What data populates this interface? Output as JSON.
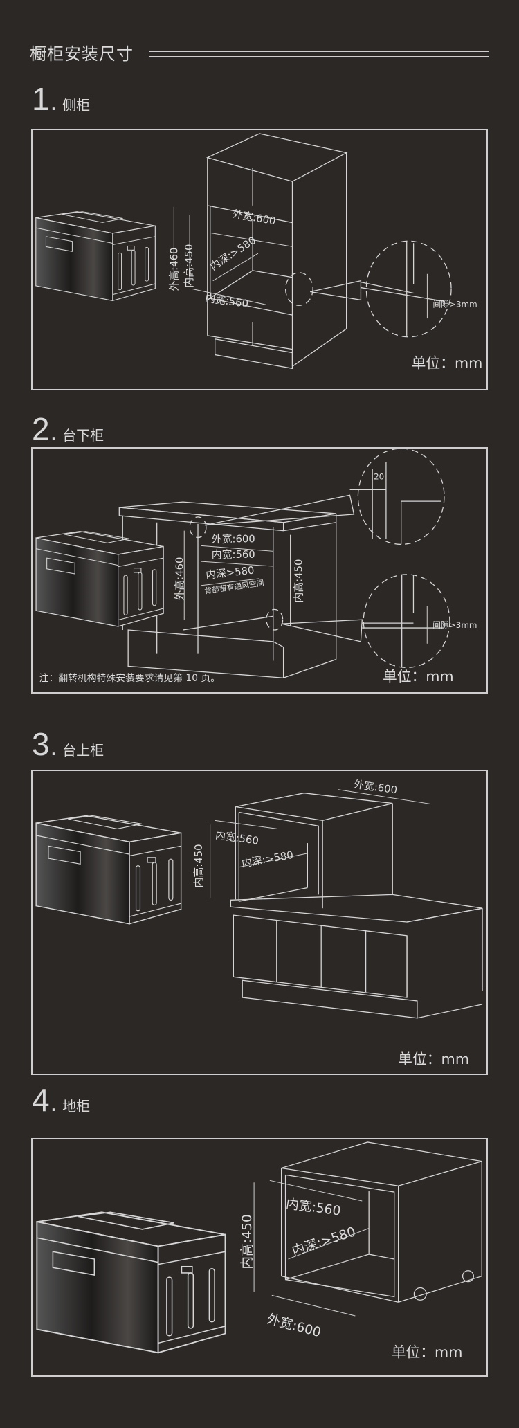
{
  "page": {
    "title": "橱柜安装尺寸"
  },
  "sections": [
    {
      "number": "1",
      "name": "侧柜",
      "labels": {
        "outer_width": "外宽:600",
        "inner_depth": "内深:>580",
        "outer_height": "外高:460",
        "inner_height": "内高:450",
        "inner_width": "内宽:560",
        "gap": "间隙>3mm"
      },
      "unit": "单位：mm"
    },
    {
      "number": "2",
      "name": "台下柜",
      "labels": {
        "outer_width": "外宽:600",
        "inner_width": "内宽:560",
        "inner_depth": "内深>580",
        "vent_note": "背部留有通风空间",
        "outer_height": "外高:460",
        "inner_height": "内高:450",
        "edge": "20",
        "gap": "间隙>3mm"
      },
      "unit": "单位：mm",
      "note": "注：翻转机构特殊安装要求请见第 10 页。"
    },
    {
      "number": "3",
      "name": "台上柜",
      "labels": {
        "outer_width": "外宽:600",
        "inner_width": "内宽:560",
        "inner_depth": "内深:>580",
        "inner_height": "内高:450"
      },
      "unit": "单位：mm"
    },
    {
      "number": "4",
      "name": "地柜",
      "labels": {
        "inner_width": "内宽:560",
        "inner_depth": "内深:>580",
        "inner_height": "内高:450",
        "outer_width": "外宽:600"
      },
      "unit": "单位：mm"
    }
  ],
  "colors": {
    "background": "#2b2825",
    "line": "#d6d6d6"
  }
}
